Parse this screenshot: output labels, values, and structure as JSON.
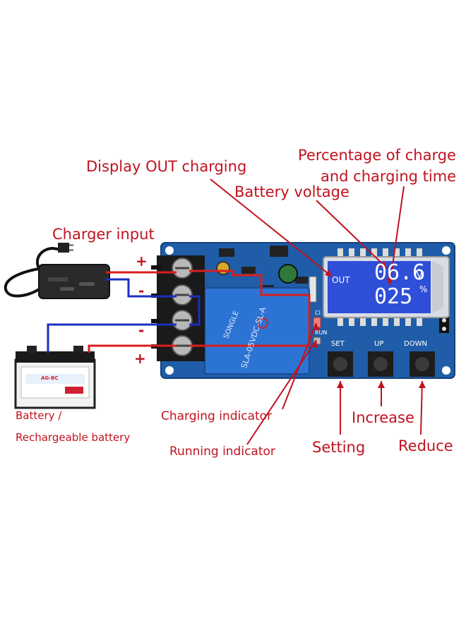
{
  "labels": {
    "display_out_charging": "Display OUT charging",
    "percentage_line1": "Percentage of charge",
    "percentage_line2": "and charging time",
    "battery_voltage": "Battery voltage",
    "charger_input": "Charger input",
    "battery_line1": "Battery /",
    "battery_line2": "Rechargeable battery",
    "charging_indicator": "Charging indicator",
    "running_indicator": "Running indicator",
    "setting": "Setting",
    "increase": "Increase",
    "reduce": "Reduce"
  },
  "polarity": {
    "plus_top": "+",
    "minus_upper": "-",
    "minus_lower": "-",
    "plus_bottom": "+"
  },
  "lcd": {
    "out": "OUT",
    "voltage": "06.6",
    "voltage_unit": "V",
    "percent": "025",
    "percent_unit": "%"
  },
  "buttons": {
    "set": "SET",
    "up": "UP",
    "down": "DOWN"
  },
  "board": {
    "relay_brand": "SONGLE",
    "relay_model": "SLA-05VDC-SL-A",
    "ci_label": "CI",
    "run_label": "RUN"
  },
  "battery_label": "AG-BC",
  "colors": {
    "label_red": "#c1121f",
    "board_blue": "#1f5da8",
    "lcd_blue": "#2f4fd8",
    "wire_blue": "#1a2fc0",
    "wire_red": "#d81e1e"
  }
}
